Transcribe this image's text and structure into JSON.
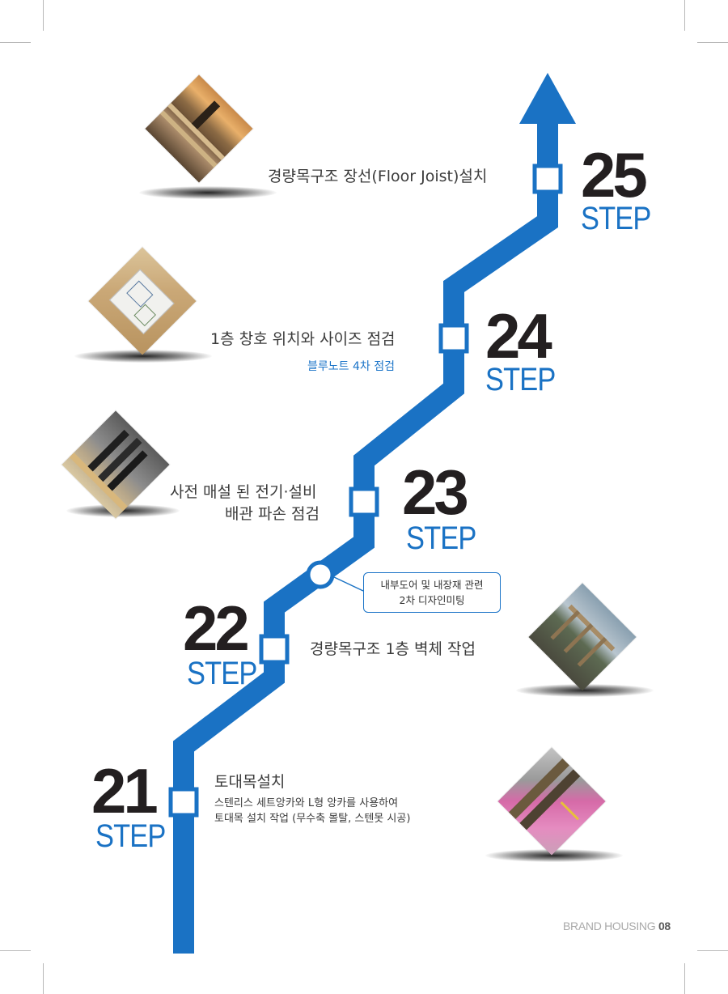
{
  "footer": {
    "brand": "BRAND HOUSING",
    "page": "08"
  },
  "steps": [
    {
      "number": "25",
      "word": "STEP",
      "title": "경량목구조 장선(Floor Joist)설치",
      "photo": "floor-joist-photo"
    },
    {
      "number": "24",
      "word": "STEP",
      "title": "1층 창호 위치와 사이즈 점검",
      "sub": "블루노트 4차 점검",
      "photo": "blueprint-photo"
    },
    {
      "number": "23",
      "word": "STEP",
      "title_line1": "사전 매설 된 전기·설비",
      "title_line2": "배관 파손 점검",
      "photo": "pipes-photo"
    },
    {
      "number": "22",
      "word": "STEP",
      "title": "경량목구조 1층 벽체 작업",
      "photo": "wall-framing-photo"
    },
    {
      "number": "21",
      "word": "STEP",
      "title": "토대목설치",
      "sub_line1": "스텐리스 세트앙카와 L형 앙카를 사용하여",
      "sub_line2": "토대목 설치 작업 (무수축 몰탈, 스텐못 시공)",
      "photo": "sill-plate-photo"
    }
  ],
  "callout": {
    "line1": "내부도어 및 내장재 관련",
    "line2": "2차 디자인미팅"
  },
  "colors": {
    "accent": "#1a72c4",
    "number": "#231f20"
  }
}
